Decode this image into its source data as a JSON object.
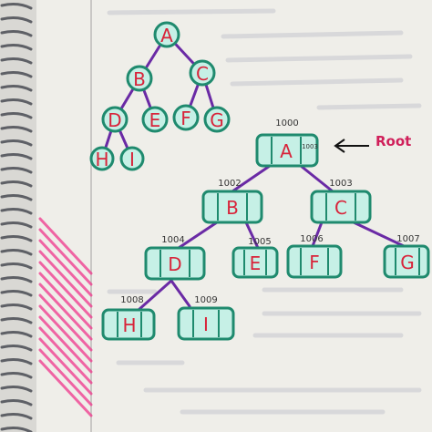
{
  "colors": {
    "paper": "#efeee9",
    "node_outline": "#1f8a6e",
    "node_fill": "#c6f0e6",
    "edge": "#6a2aa5",
    "letter": "#d8243a",
    "root_label": "#d01f5a",
    "highlighter": "#f0378c"
  },
  "small_tree": {
    "nodes": [
      "A",
      "B",
      "C",
      "D",
      "E",
      "F",
      "G",
      "H",
      "I"
    ]
  },
  "linked_tree": {
    "root_label": "Root",
    "root_pointer_addr": "1003",
    "nodes": [
      {
        "letter": "A",
        "addr": "1000"
      },
      {
        "letter": "B",
        "addr": "1002"
      },
      {
        "letter": "C",
        "addr": "1003"
      },
      {
        "letter": "D",
        "addr": "1004"
      },
      {
        "letter": "E",
        "addr": "1005"
      },
      {
        "letter": "F",
        "addr": "1006"
      },
      {
        "letter": "G",
        "addr": "1007"
      },
      {
        "letter": "H",
        "addr": "1008"
      },
      {
        "letter": "I",
        "addr": "1009"
      }
    ]
  }
}
